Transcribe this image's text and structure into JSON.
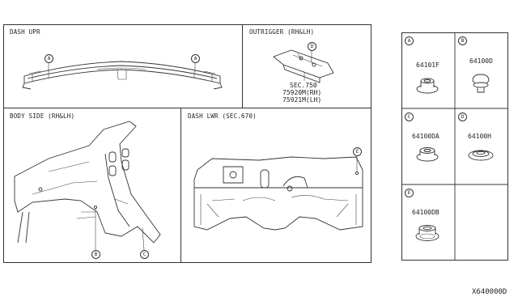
{
  "sections": {
    "dash_upr": {
      "title": "DASH UPR"
    },
    "outrigger": {
      "title": "OUTRIGGER (RH&LH)",
      "ref_sec": "SEC.750",
      "part_rh": "75920M(RH)",
      "part_lh": "75921M(LH)"
    },
    "body_side": {
      "title": "BODY SIDE (RH&LH)"
    },
    "dash_lwr": {
      "title": "DASH LWR (SEC.670)"
    }
  },
  "callouts": {
    "a": "A",
    "b": "B",
    "c": "C",
    "d": "D",
    "e": "E"
  },
  "grommets": [
    {
      "id": "A",
      "part": "64101F"
    },
    {
      "id": "B",
      "part": "64100D"
    },
    {
      "id": "C",
      "part": "64100DA"
    },
    {
      "id": "D",
      "part": "64100H"
    },
    {
      "id": "E",
      "part": "64100DB"
    }
  ],
  "diagram_code": "X640000D"
}
